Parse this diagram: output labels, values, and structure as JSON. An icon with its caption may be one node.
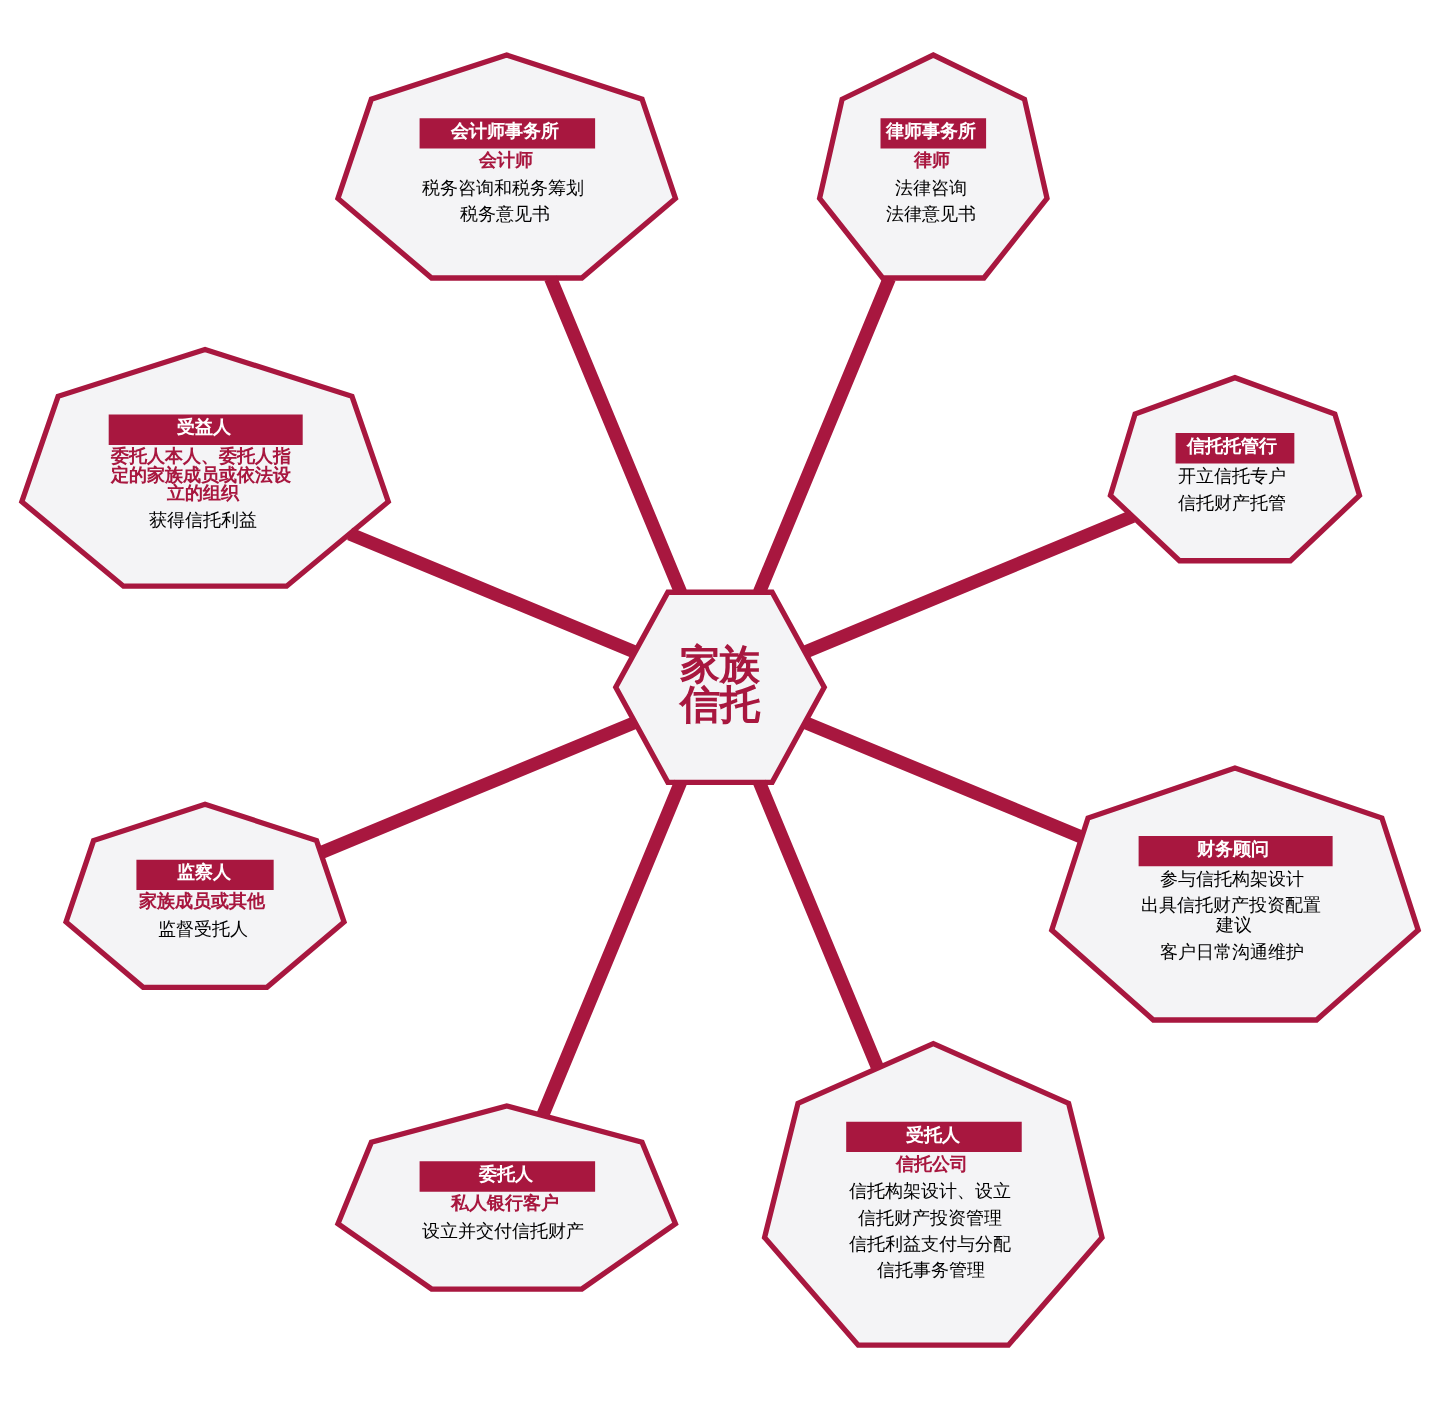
{
  "diagram": {
    "nodes": [
      {
        "text": [
          "家族信托"
        ]
      },
      {
        "text": [
          "信托托管行",
          "开立信托专户",
          "信托财产托管"
        ]
      },
      {
        "text": [
          "律师事务所",
          "律师",
          "法律咨询",
          "法律意见书"
        ]
      },
      {
        "text": [
          "会计师事务所",
          "会计师",
          "税务咨询和税务筹划",
          "税务意见书"
        ]
      },
      {
        "text": [
          "受益人",
          "委托人本人、委托人指定的家族成员或依法设立的组织",
          "获得信托利益"
        ]
      },
      {
        "text": [
          "监察人",
          "家族成员或其他",
          "监督受托人"
        ]
      },
      {
        "text": [
          "委托人",
          "私人银行客户",
          "设立并交付信托财产"
        ]
      },
      {
        "text": [
          "受托人",
          "信托公司",
          "信托构架设计、设立",
          "信托财产投资管理",
          "信托利益支付与分配",
          "信托事务管理"
        ]
      },
      {
        "text": [
          "财务顾问",
          "参与信托构架设计",
          "出具信托财产投资配置建议",
          "客户日常沟通维护"
        ]
      }
    ],
    "edges": [
      {
        "from": 0,
        "to": 1,
        "arrow": "none"
      },
      {
        "from": 0,
        "to": 2,
        "arrow": "none"
      },
      {
        "from": 0,
        "to": 3,
        "arrow": "none"
      },
      {
        "from": 0,
        "to": 4,
        "arrow": "none"
      },
      {
        "from": 0,
        "to": 5,
        "arrow": "none"
      },
      {
        "from": 0,
        "to": 6,
        "arrow": "none"
      },
      {
        "from": 0,
        "to": 7,
        "arrow": "none"
      },
      {
        "from": 0,
        "to": 8,
        "arrow": "none"
      }
    ]
  }
}
